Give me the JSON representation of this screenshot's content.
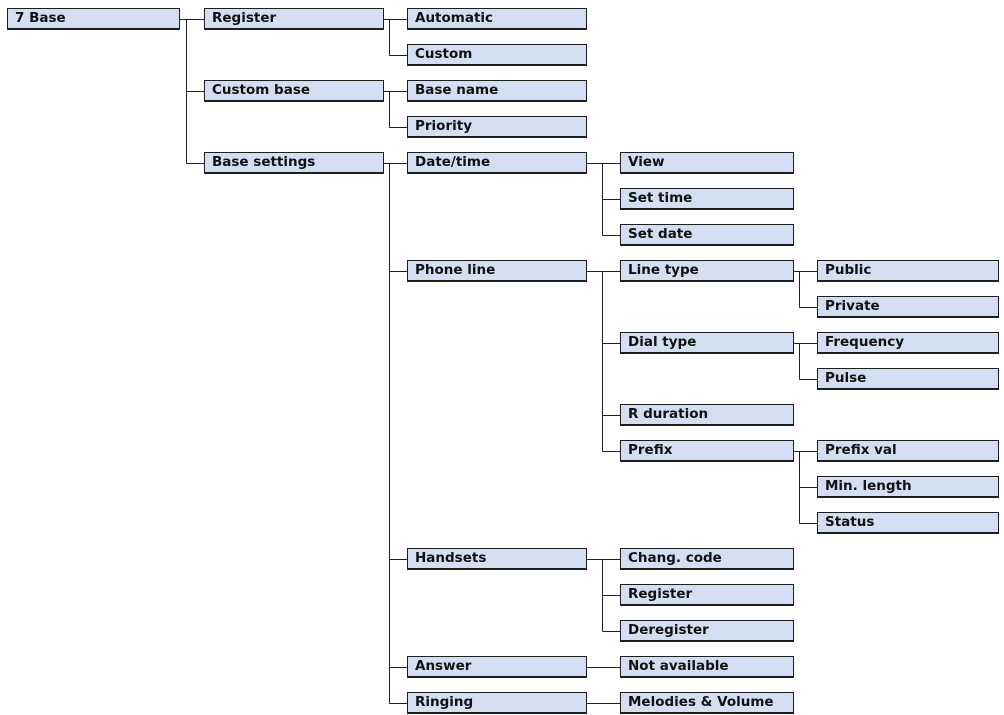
{
  "colors": {
    "node_fill": "#d3def2",
    "node_border": "#1e1e1e",
    "line": "#1e1e1e"
  },
  "tree": {
    "label": "7 Base",
    "children": [
      {
        "label": "Register",
        "children": [
          {
            "label": "Automatic"
          },
          {
            "label": "Custom"
          }
        ]
      },
      {
        "label": "Custom base",
        "children": [
          {
            "label": "Base name"
          },
          {
            "label": "Priority"
          }
        ]
      },
      {
        "label": "Base settings",
        "children": [
          {
            "label": "Date/time",
            "children": [
              {
                "label": "View"
              },
              {
                "label": "Set time"
              },
              {
                "label": "Set date"
              }
            ]
          },
          {
            "label": "Phone line",
            "children": [
              {
                "label": "Line type",
                "children": [
                  {
                    "label": "Public"
                  },
                  {
                    "label": "Private"
                  }
                ]
              },
              {
                "label": "Dial type",
                "children": [
                  {
                    "label": "Frequency"
                  },
                  {
                    "label": "Pulse"
                  }
                ]
              },
              {
                "label": "R duration"
              },
              {
                "label": "Prefix",
                "children": [
                  {
                    "label": "Prefix val"
                  },
                  {
                    "label": "Min. length"
                  },
                  {
                    "label": "Status"
                  }
                ]
              }
            ]
          },
          {
            "label": "Handsets",
            "children": [
              {
                "label": "Chang. code"
              },
              {
                "label": "Register"
              },
              {
                "label": "Deregister"
              }
            ]
          },
          {
            "label": "Answer",
            "children": [
              {
                "label": "Not available"
              }
            ]
          },
          {
            "label": "Ringing",
            "children": [
              {
                "label": "Melodies & Volume"
              }
            ]
          }
        ]
      }
    ]
  }
}
